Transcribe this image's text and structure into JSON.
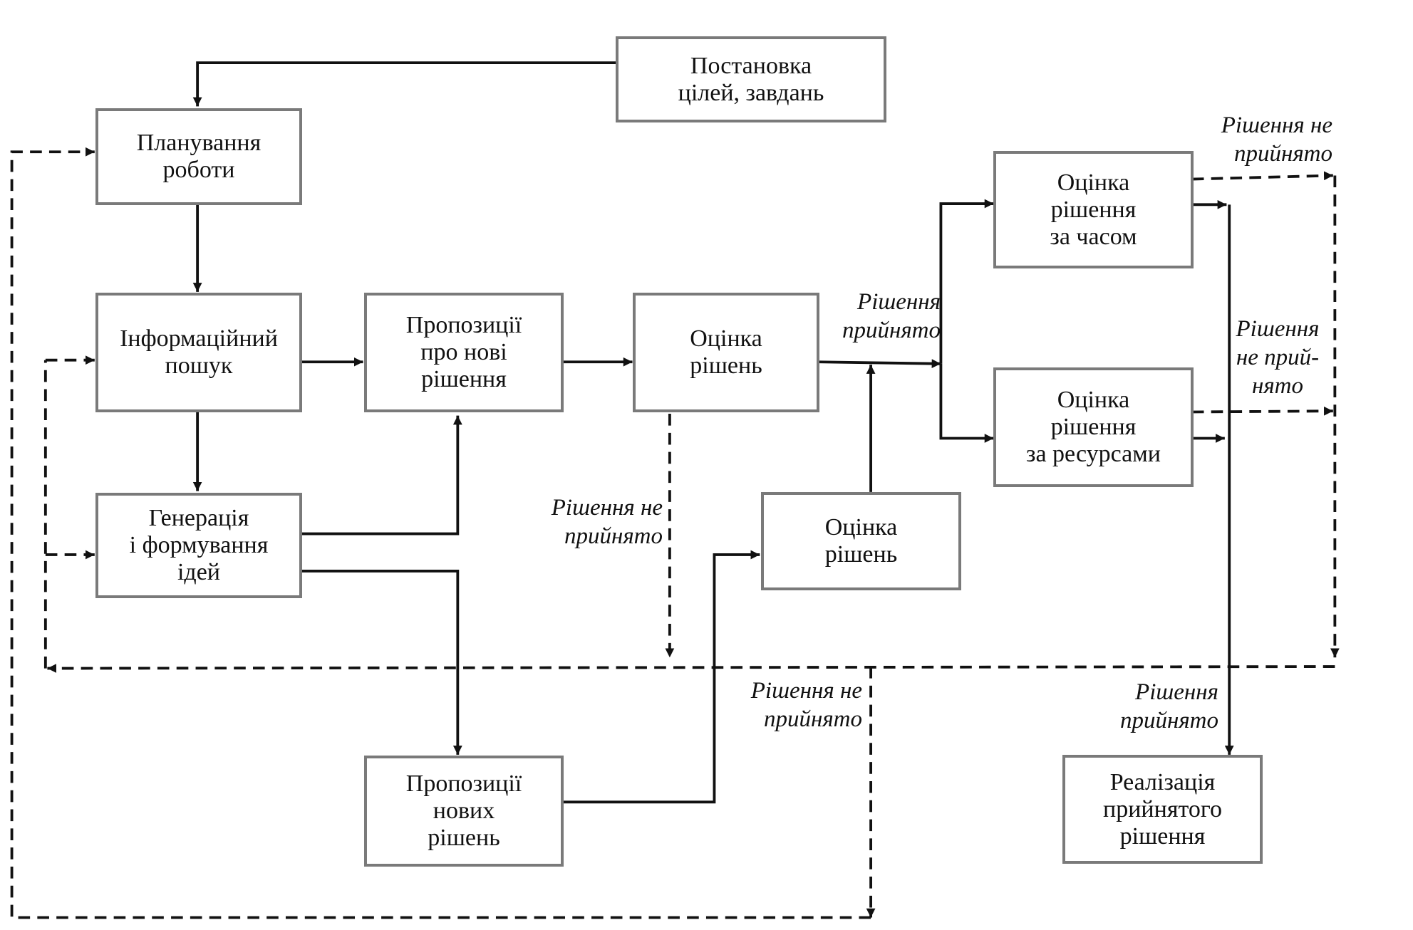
{
  "boxes": {
    "goals": "Постановка\nцілей, завдань",
    "planning": "Планування\nроботи",
    "info_search": "Інформаційний\nпошук",
    "generation": "Генерація\nі формування\nідей",
    "proposals_new": "Пропозиції\nпро нові\nрішення",
    "evaluation_1": "Оцінка\nрішень",
    "evaluation_2": "Оцінка\nрішень",
    "proposals_of_new": "Пропозиції\nнових\nрішень",
    "eval_time": "Оцінка\nрішення\nза часом",
    "eval_resources": "Оцінка\nрішення\nза ресурсами",
    "implementation": "Реалізація\nприйнятого\nрішення"
  },
  "labels": {
    "accepted_mid": "Рішення\nприйнято",
    "not_accepted_mid": "Рішення не\nприйнято",
    "not_accepted_bottom": "Рішення не\nприйнято",
    "not_accepted_top_right": "Рішення не\nприйнято",
    "not_accepted_right": "Рішення\nне прий-\nнято",
    "accepted_bottom_right": "Рішення\nприйнято"
  },
  "colors": {
    "box_border": "#7a7a7a",
    "line": "#111111"
  }
}
